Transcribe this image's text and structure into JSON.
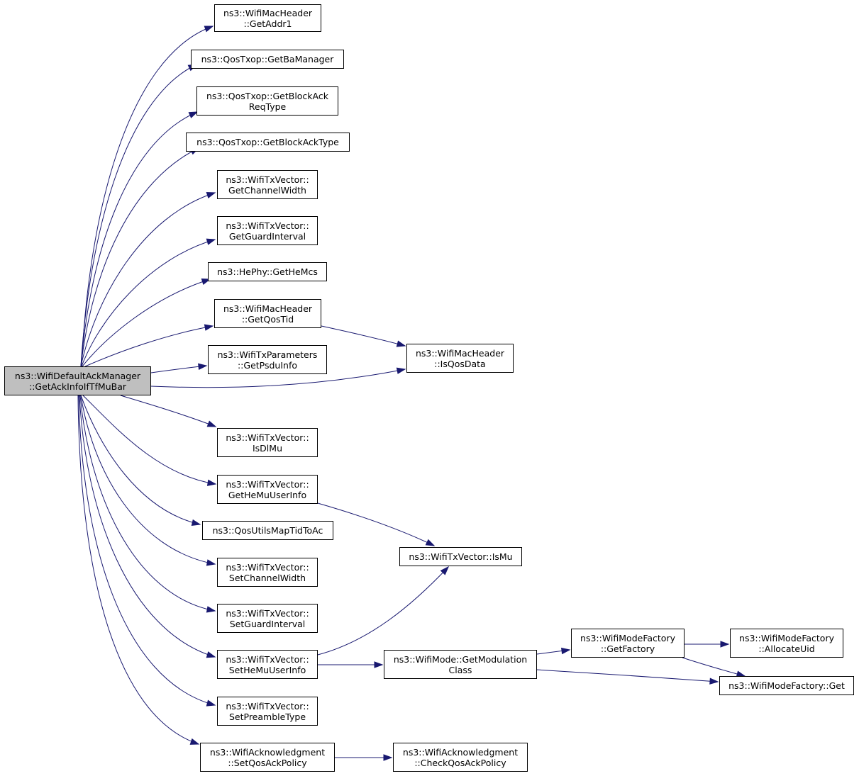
{
  "diagram": {
    "colors": {
      "edge": "#191970",
      "root_fill": "#bfbfbf",
      "node_fill": "#ffffff",
      "border": "#000000"
    },
    "nodes": [
      {
        "id": "root",
        "lines": [
          "ns3::WifiDefaultAckManager",
          "::GetAckInfoIfTfMuBar"
        ]
      },
      {
        "id": "n1",
        "lines": [
          "ns3::WifiMacHeader",
          "::GetAddr1"
        ]
      },
      {
        "id": "n2",
        "lines": [
          "ns3::QosTxop::GetBaManager"
        ]
      },
      {
        "id": "n3",
        "lines": [
          "ns3::QosTxop::GetBlockAck",
          "ReqType"
        ]
      },
      {
        "id": "n4",
        "lines": [
          "ns3::QosTxop::GetBlockAckType"
        ]
      },
      {
        "id": "n5",
        "lines": [
          "ns3::WifiTxVector::",
          "GetChannelWidth"
        ]
      },
      {
        "id": "n6",
        "lines": [
          "ns3::WifiTxVector::",
          "GetGuardInterval"
        ]
      },
      {
        "id": "n7",
        "lines": [
          "ns3::HePhy::GetHeMcs"
        ]
      },
      {
        "id": "n8",
        "lines": [
          "ns3::WifiMacHeader",
          "::GetQosTid"
        ]
      },
      {
        "id": "n9",
        "lines": [
          "ns3::WifiTxParameters",
          "::GetPsduInfo"
        ]
      },
      {
        "id": "n10",
        "lines": [
          "ns3::WifiMacHeader",
          "::IsQosData"
        ]
      },
      {
        "id": "n11",
        "lines": [
          "ns3::WifiTxVector::",
          "IsDlMu"
        ]
      },
      {
        "id": "n12",
        "lines": [
          "ns3::WifiTxVector::",
          "GetHeMuUserInfo"
        ]
      },
      {
        "id": "n13",
        "lines": [
          "ns3::QosUtilsMapTidToAc"
        ]
      },
      {
        "id": "n14",
        "lines": [
          "ns3::WifiTxVector::IsMu"
        ]
      },
      {
        "id": "n15",
        "lines": [
          "ns3::WifiTxVector::",
          "SetChannelWidth"
        ]
      },
      {
        "id": "n16",
        "lines": [
          "ns3::WifiTxVector::",
          "SetGuardInterval"
        ]
      },
      {
        "id": "n17",
        "lines": [
          "ns3::WifiTxVector::",
          "SetHeMuUserInfo"
        ]
      },
      {
        "id": "n18",
        "lines": [
          "ns3::WifiMode::GetModulation",
          "Class"
        ]
      },
      {
        "id": "n19",
        "lines": [
          "ns3::WifiModeFactory",
          "::GetFactory"
        ]
      },
      {
        "id": "n20",
        "lines": [
          "ns3::WifiModeFactory",
          "::AllocateUid"
        ]
      },
      {
        "id": "n21",
        "lines": [
          "ns3::WifiModeFactory::Get"
        ]
      },
      {
        "id": "n22",
        "lines": [
          "ns3::WifiTxVector::",
          "SetPreambleType"
        ]
      },
      {
        "id": "n23",
        "lines": [
          "ns3::WifiAcknowledgment",
          "::SetQosAckPolicy"
        ]
      },
      {
        "id": "n24",
        "lines": [
          "ns3::WifiAcknowledgment",
          "::CheckQosAckPolicy"
        ]
      }
    ],
    "edges": [
      {
        "from": "root",
        "to": "n1"
      },
      {
        "from": "root",
        "to": "n2"
      },
      {
        "from": "root",
        "to": "n3"
      },
      {
        "from": "root",
        "to": "n4"
      },
      {
        "from": "root",
        "to": "n5"
      },
      {
        "from": "root",
        "to": "n6"
      },
      {
        "from": "root",
        "to": "n7"
      },
      {
        "from": "root",
        "to": "n8"
      },
      {
        "from": "root",
        "to": "n9"
      },
      {
        "from": "root",
        "to": "n10"
      },
      {
        "from": "root",
        "to": "n11"
      },
      {
        "from": "root",
        "to": "n12"
      },
      {
        "from": "root",
        "to": "n13"
      },
      {
        "from": "root",
        "to": "n15"
      },
      {
        "from": "root",
        "to": "n16"
      },
      {
        "from": "root",
        "to": "n17"
      },
      {
        "from": "root",
        "to": "n22"
      },
      {
        "from": "root",
        "to": "n23"
      },
      {
        "from": "n8",
        "to": "n10"
      },
      {
        "from": "n12",
        "to": "n14"
      },
      {
        "from": "n17",
        "to": "n14"
      },
      {
        "from": "n17",
        "to": "n18"
      },
      {
        "from": "n18",
        "to": "n19"
      },
      {
        "from": "n18",
        "to": "n21"
      },
      {
        "from": "n19",
        "to": "n20"
      },
      {
        "from": "n19",
        "to": "n21"
      },
      {
        "from": "n23",
        "to": "n24"
      }
    ]
  }
}
